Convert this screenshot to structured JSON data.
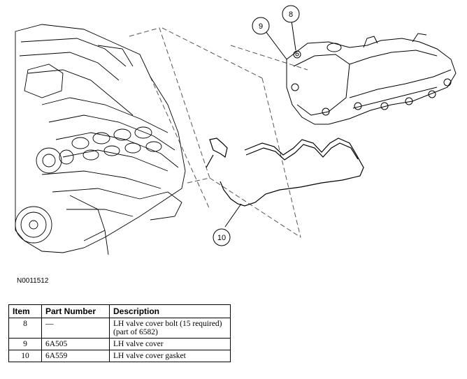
{
  "figure": {
    "figure_id": "N0011512",
    "callouts": [
      "8",
      "9",
      "10"
    ]
  },
  "parts_table": {
    "headers": [
      "Item",
      "Part Number",
      "Description"
    ],
    "rows": [
      {
        "item": "8",
        "part_number": "—",
        "description": "LH valve cover bolt (15 required) (part of 6582)"
      },
      {
        "item": "9",
        "part_number": "6A505",
        "description": "LH valve cover"
      },
      {
        "item": "10",
        "part_number": "6A559",
        "description": "LH valve cover gasket"
      }
    ]
  }
}
